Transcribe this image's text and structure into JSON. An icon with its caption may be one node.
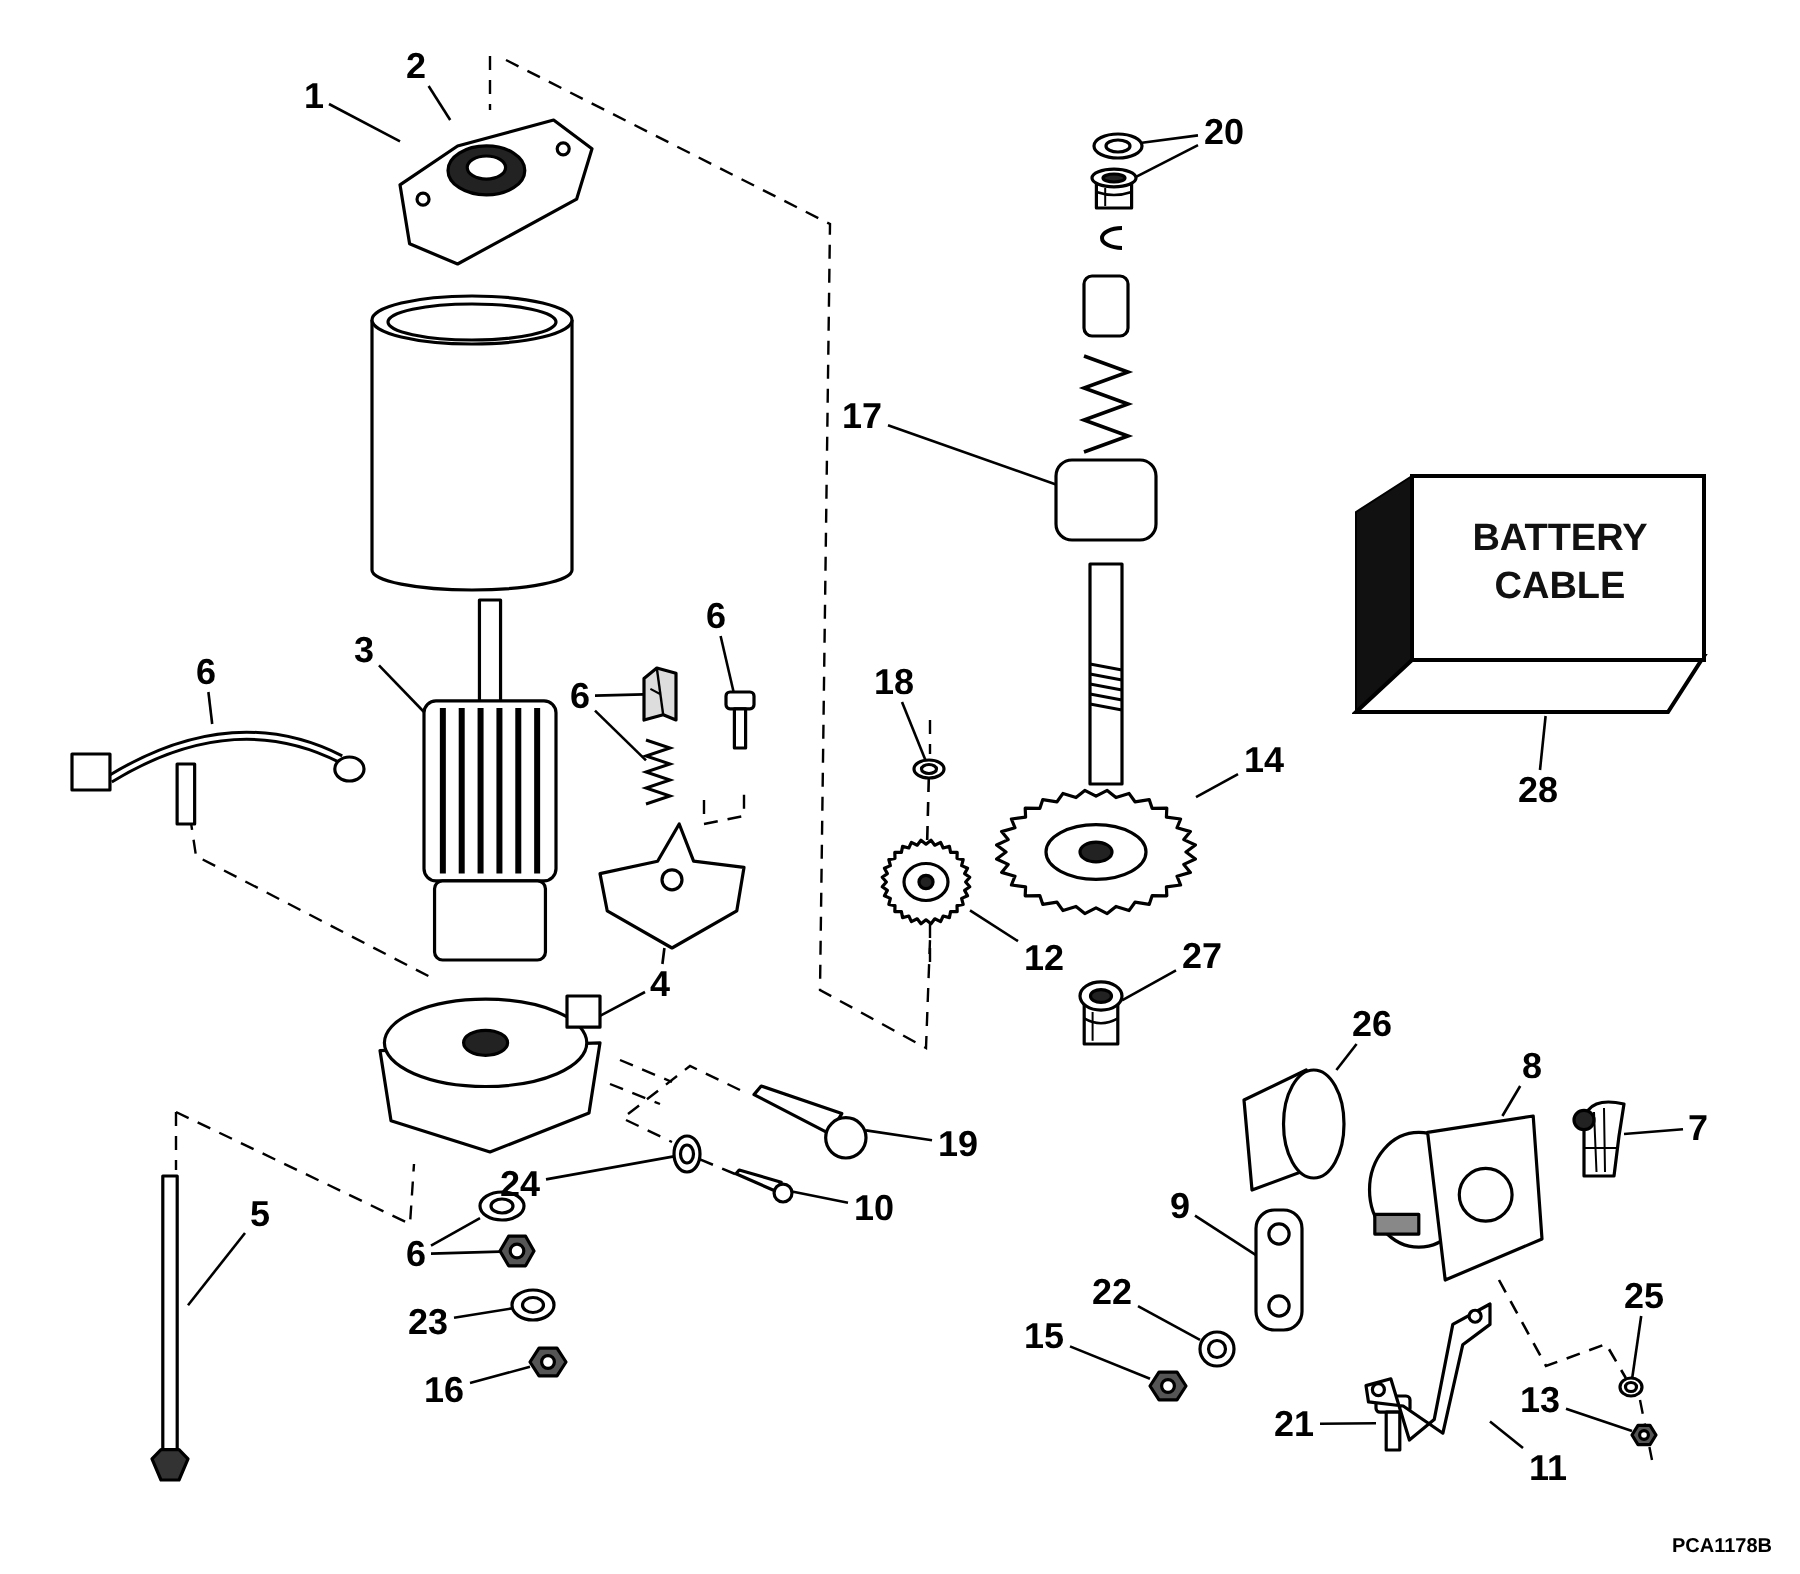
{
  "diagram": {
    "nodes": [
      {
        "text": [
          "1"
        ]
      },
      {
        "text": [
          "2"
        ]
      },
      {
        "text": [
          "20"
        ]
      },
      {
        "text": [
          "17"
        ]
      },
      {
        "text": [
          "6"
        ]
      },
      {
        "text": [
          "3"
        ]
      },
      {
        "text": [
          "6"
        ]
      },
      {
        "text": [
          "6"
        ]
      },
      {
        "text": [
          "18"
        ]
      },
      {
        "text": [
          "14"
        ]
      },
      {
        "text": [
          "28"
        ]
      },
      {
        "text": [
          "4"
        ]
      },
      {
        "text": [
          "12"
        ]
      },
      {
        "text": [
          "27"
        ]
      },
      {
        "text": [
          "26"
        ]
      },
      {
        "text": [
          "8"
        ]
      },
      {
        "text": [
          "7"
        ]
      },
      {
        "text": [
          "19"
        ]
      },
      {
        "text": [
          "24"
        ]
      },
      {
        "text": [
          "10"
        ]
      },
      {
        "text": [
          "5"
        ]
      },
      {
        "text": [
          "9"
        ]
      },
      {
        "text": [
          "6"
        ]
      },
      {
        "text": [
          "23"
        ]
      },
      {
        "text": [
          "22"
        ]
      },
      {
        "text": [
          "16"
        ]
      },
      {
        "text": [
          "15"
        ]
      },
      {
        "text": [
          "25"
        ]
      },
      {
        "text": [
          "13"
        ]
      },
      {
        "text": [
          "21"
        ]
      },
      {
        "text": [
          "11"
        ]
      },
      {
        "text": [
          "BATTERY CABLE"
        ]
      },
      {
        "text": [],
        "shape": "picture"
      },
      {
        "text": [],
        "shape": "picture"
      },
      {
        "text": [],
        "shape": "picture"
      },
      {
        "text": [],
        "shape": "picture"
      },
      {
        "text": [],
        "shape": "picture"
      },
      {
        "text": [],
        "shape": "picture"
      },
      {
        "text": [],
        "shape": "picture"
      },
      {
        "text": [],
        "shape": "picture"
      },
      {
        "text": [],
        "shape": "picture"
      },
      {
        "text": [],
        "shape": "picture"
      },
      {
        "text": [],
        "shape": "picture"
      },
      {
        "text": [],
        "shape": "picture"
      },
      {
        "text": [],
        "shape": "picture"
      },
      {
        "text": [],
        "shape": "picture"
      },
      {
        "text": [],
        "shape": "picture"
      },
      {
        "text": [],
        "shape": "picture"
      },
      {
        "text": [],
        "shape": "picture"
      },
      {
        "text": [],
        "shape": "picture"
      },
      {
        "text": [],
        "shape": "picture"
      },
      {
        "text": [],
        "shape": "picture"
      },
      {
        "text": [],
        "shape": "picture"
      },
      {
        "text": [],
        "shape": "picture"
      },
      {
        "text": [],
        "shape": "picture"
      },
      {
        "text": [],
        "shape": "picture"
      },
      {
        "text": [],
        "shape": "picture"
      },
      {
        "text": [],
        "shape": "picture"
      },
      {
        "text": [],
        "shape": "picture"
      },
      {
        "text": [],
        "shape": "picture"
      },
      {
        "text": [],
        "shape": "picture"
      },
      {
        "text": [],
        "shape": "picture"
      },
      {
        "text": [],
        "shape": "picture"
      },
      {
        "text": [],
        "shape": "picture"
      },
      {
        "text": [],
        "shape": "picture"
      }
    ],
    "edges": [
      {
        "from": 0,
        "to": 32,
        "arrow": "none"
      },
      {
        "from": 1,
        "to": 32,
        "arrow": "none"
      },
      {
        "from": 2,
        "to": 48,
        "arrow": "none"
      },
      {
        "from": 2,
        "to": 49,
        "arrow": "none"
      },
      {
        "from": 3,
        "to": 50,
        "arrow": "none"
      },
      {
        "from": 4,
        "to": 34,
        "arrow": "none"
      },
      {
        "from": 5,
        "to": 33,
        "arrow": "none"
      },
      {
        "from": 6,
        "to": 35,
        "arrow": "none"
      },
      {
        "from": 6,
        "to": 36,
        "arrow": "none"
      },
      {
        "from": 7,
        "to": 37,
        "arrow": "none"
      },
      {
        "from": 8,
        "to": 51,
        "arrow": "none"
      },
      {
        "from": 9,
        "to": 53,
        "arrow": "none"
      },
      {
        "from": 10,
        "to": 31,
        "arrow": "none"
      },
      {
        "from": 11,
        "to": 38,
        "arrow": "none"
      },
      {
        "from": 11,
        "to": 39,
        "arrow": "none"
      },
      {
        "from": 12,
        "to": 52,
        "arrow": "none"
      },
      {
        "from": 13,
        "to": 54,
        "arrow": "none"
      },
      {
        "from": 14,
        "to": 55,
        "arrow": "none"
      },
      {
        "from": 15,
        "to": 56,
        "arrow": "none"
      },
      {
        "from": 16,
        "to": 57,
        "arrow": "none"
      },
      {
        "from": 17,
        "to": 47,
        "arrow": "none"
      },
      {
        "from": 18,
        "to": 45,
        "arrow": "none"
      },
      {
        "from": 19,
        "to": 46,
        "arrow": "none"
      },
      {
        "from": 20,
        "to": 40,
        "arrow": "none"
      },
      {
        "from": 21,
        "to": 58,
        "arrow": "none"
      },
      {
        "from": 22,
        "to": 41,
        "arrow": "none"
      },
      {
        "from": 22,
        "to": 42,
        "arrow": "none"
      },
      {
        "from": 23,
        "to": 43,
        "arrow": "none"
      },
      {
        "from": 24,
        "to": 59,
        "arrow": "none"
      },
      {
        "from": 25,
        "to": 44,
        "arrow": "none"
      },
      {
        "from": 26,
        "to": 60,
        "arrow": "none"
      },
      {
        "from": 27,
        "to": 63,
        "arrow": "none"
      },
      {
        "from": 28,
        "to": 64,
        "arrow": "none"
      },
      {
        "from": 29,
        "to": 61,
        "arrow": "none"
      },
      {
        "from": 30,
        "to": 62,
        "arrow": "none"
      },
      {
        "from": 51,
        "to": 52,
        "arrow": "none",
        "style": "dashed"
      },
      {
        "from": 45,
        "to": 46,
        "arrow": "none",
        "style": "dashed"
      },
      {
        "from": 56,
        "to": 63,
        "arrow": "none",
        "style": "dashed"
      }
    ],
    "labels": [
      "PCA1178B"
    ]
  }
}
